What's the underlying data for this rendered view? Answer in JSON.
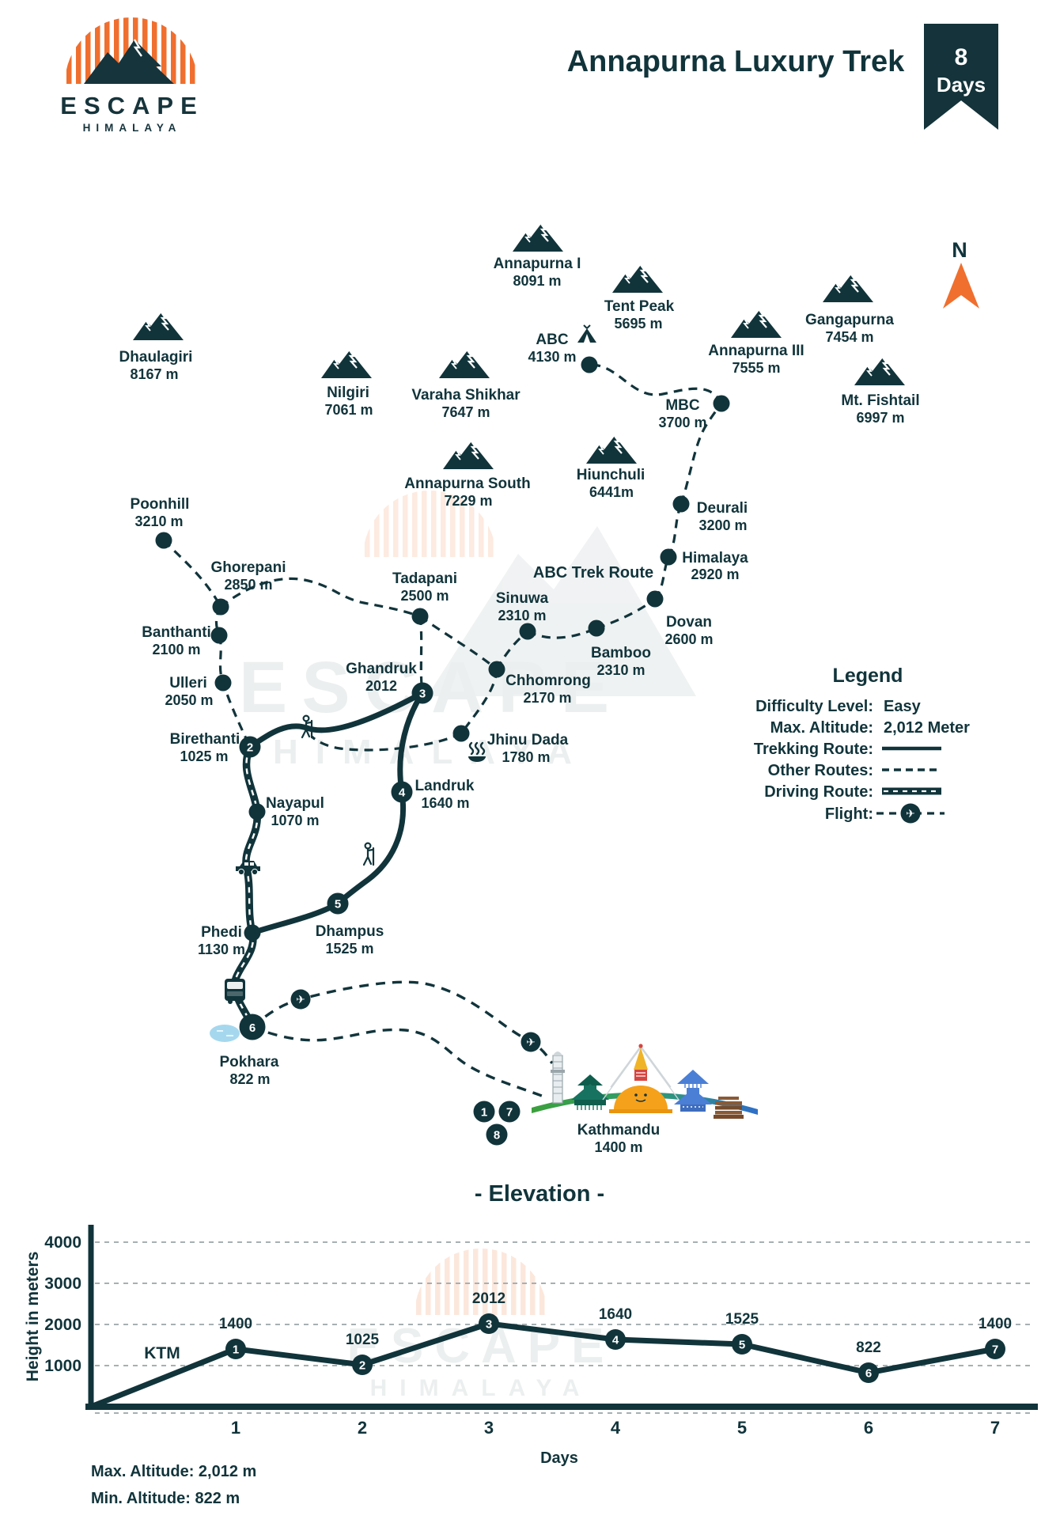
{
  "header": {
    "brand": "ESCAPE",
    "brand_sub": "HIMALAYA",
    "title": "Annapurna Luxury Trek",
    "badge_value": "8",
    "badge_unit": "Days"
  },
  "compass_label": "N",
  "icons": {
    "flight": "✈"
  },
  "colors": {
    "primary": "#11343b",
    "accent_orange": "#f06f2e",
    "lake_blue": "#a5d8ee",
    "stupa_orange": "#f5a11c",
    "stupa_red": "#d64541",
    "pagoda_teal": "#17735f",
    "pagoda_blue": "#4b7fd6",
    "building_brown": "#8a5a35",
    "ground_green": "#3ba03c",
    "ground_blue": "#2f6fc8"
  },
  "mountains": [
    {
      "name": "Annapurna I",
      "elevation": "8091 m"
    },
    {
      "name": "Tent Peak",
      "elevation": "5695 m"
    },
    {
      "name": "Dhaulagiri",
      "elevation": "8167 m"
    },
    {
      "name": "Nilgiri",
      "elevation": "7061 m"
    },
    {
      "name": "Varaha Shikhar",
      "elevation": "7647 m"
    },
    {
      "name": "Gangapurna",
      "elevation": "7454 m"
    },
    {
      "name": "Annapurna III",
      "elevation": "7555 m"
    },
    {
      "name": "Mt. Fishtail",
      "elevation": "6997 m"
    },
    {
      "name": "Annapurna South",
      "elevation": "7229 m"
    },
    {
      "name": "Hiunchuli",
      "elevation": "6441m"
    }
  ],
  "stations": [
    {
      "name": "Poonhill",
      "elevation": "3210 m"
    },
    {
      "name": "Ghorepani",
      "elevation": "2850 m"
    },
    {
      "name": "Banthanti",
      "elevation": "2100 m"
    },
    {
      "name": "Ulleri",
      "elevation": "2050 m"
    },
    {
      "name": "Tadapani",
      "elevation": "2500 m"
    },
    {
      "name": "Sinuwa",
      "elevation": "2310 m"
    },
    {
      "name": "Chhomrong",
      "elevation": "2170 m"
    },
    {
      "name": "Bamboo",
      "elevation": "2310 m"
    },
    {
      "name": "Dovan",
      "elevation": "2600 m"
    },
    {
      "name": "Himalaya",
      "elevation": "2920 m"
    },
    {
      "name": "Deurali",
      "elevation": "3200 m"
    },
    {
      "name": "MBC",
      "elevation": "3700 m"
    },
    {
      "name": "ABC",
      "elevation": "4130 m"
    },
    {
      "name": "Jhinu Dada",
      "elevation": "1780 m"
    },
    {
      "name": "Nayapul",
      "elevation": "1070 m"
    },
    {
      "name": "Phedi",
      "elevation": "1130 m"
    }
  ],
  "route_label": "ABC Trek Route",
  "numbered_stops": [
    {
      "num": "1"
    },
    {
      "num": "2",
      "name": "Birethanti",
      "elevation": "1025 m"
    },
    {
      "num": "3",
      "name": "Ghandruk",
      "elevation": "2012"
    },
    {
      "num": "4",
      "name": "Landruk",
      "elevation": "1640 m"
    },
    {
      "num": "5",
      "name": "Dhampus",
      "elevation": "1525 m"
    },
    {
      "num": "6",
      "name": "Pokhara",
      "elevation": "822 m"
    },
    {
      "num": "7"
    },
    {
      "num": "8"
    }
  ],
  "kathmandu": {
    "name": "Kathmandu",
    "elevation": "1400 m"
  },
  "legend": {
    "title": "Legend",
    "rows": [
      {
        "label": "Difficulty Level:",
        "value": "Easy"
      },
      {
        "label": "Max. Altitude:",
        "value": "2,012 Meter"
      },
      {
        "label": "Trekking Route:",
        "value": ""
      },
      {
        "label": "Other Routes:",
        "value": ""
      },
      {
        "label": "Driving Route:",
        "value": ""
      },
      {
        "label": "Flight:",
        "value": ""
      }
    ]
  },
  "chart_data": {
    "type": "line",
    "title": "- Elevation -",
    "xlabel": "Days",
    "ylabel": "Height in meters",
    "start_label": "KTM",
    "x": [
      1,
      2,
      3,
      4,
      5,
      6,
      7
    ],
    "values": [
      1400,
      1025,
      2012,
      1640,
      1525,
      822,
      1400
    ],
    "point_labels": [
      "1400",
      "1025",
      "2012",
      "1640",
      "1525",
      "822",
      "1400"
    ],
    "xticks": [
      "1",
      "2",
      "3",
      "4",
      "5",
      "6",
      "7"
    ],
    "yticks": [
      "1000",
      "2000",
      "3000",
      "4000"
    ],
    "ylim": [
      0,
      4500
    ],
    "grid": "dashed horizontal",
    "legend_position": "none",
    "notes": [
      "Max. Altitude: 2,012 m",
      "Min. Altitude: 822 m"
    ]
  }
}
